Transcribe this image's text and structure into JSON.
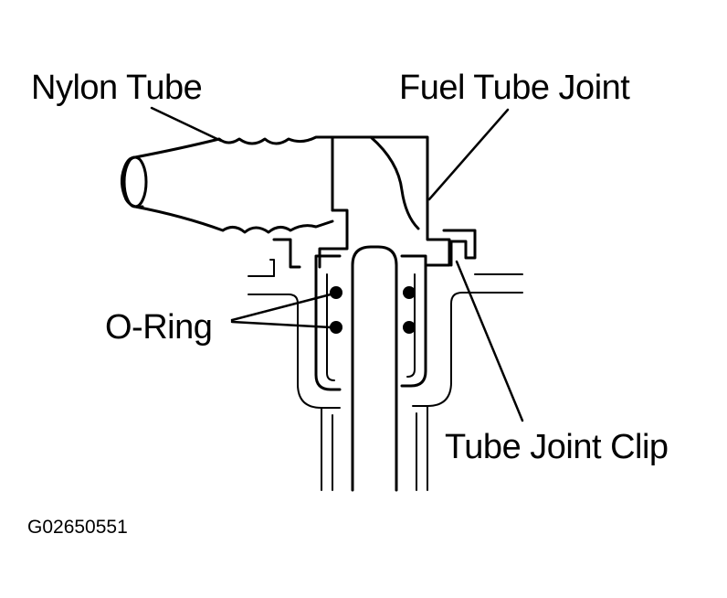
{
  "labels": {
    "nylon_tube": "Nylon Tube",
    "fuel_tube_joint": "Fuel Tube Joint",
    "o_ring": "O-Ring",
    "tube_joint_clip": "Tube Joint Clip"
  },
  "figure_code": "G02650551",
  "colors": {
    "ink": "#000000",
    "background": "#ffffff"
  }
}
